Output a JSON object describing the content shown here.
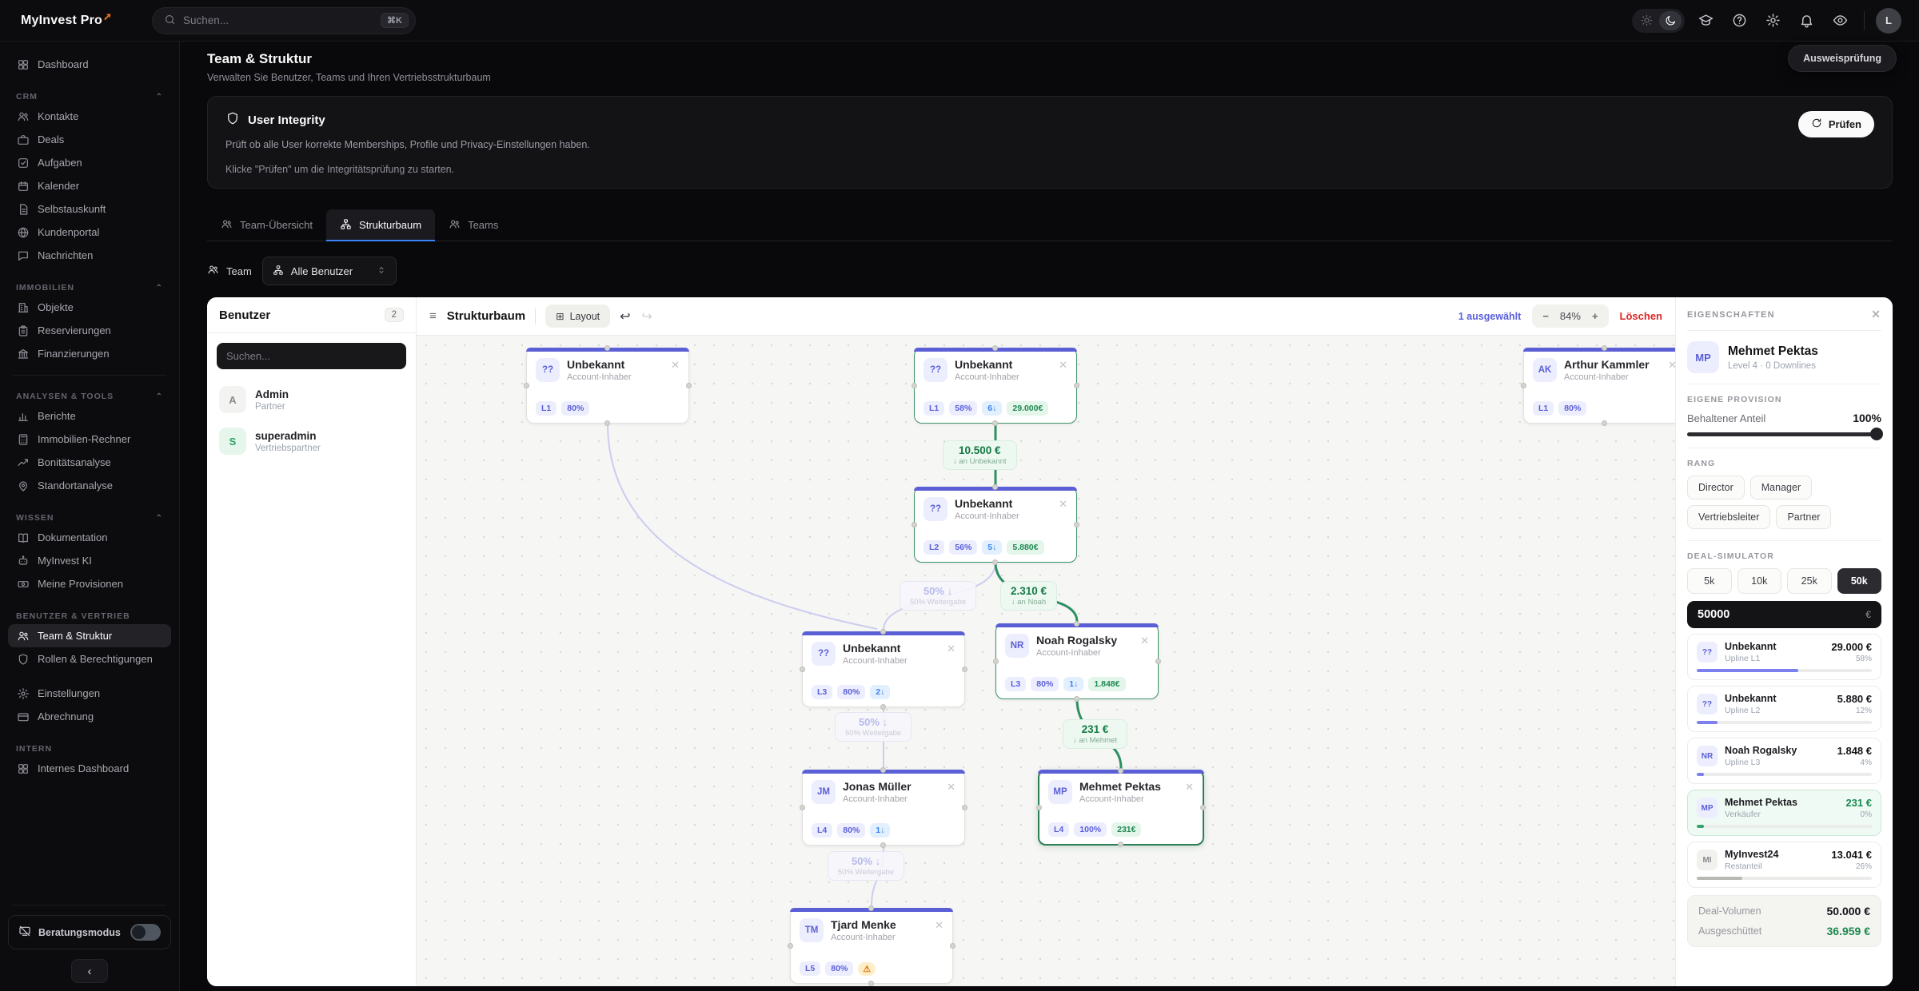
{
  "topbar": {
    "logo": "MyInvest Pro",
    "search_placeholder": "Suchen...",
    "search_shortcut": "⌘K",
    "avatar_initial": "L",
    "tooltip": "Ausweisprüfung"
  },
  "colors": {
    "accent_blue": "#3b82f6",
    "indigo": "#5b5fd6",
    "green": "#1e8a52",
    "red": "#dc2626",
    "amber": "#d97706",
    "orange_logo": "#f97316"
  },
  "sidebar": {
    "dashboard": "Dashboard",
    "sections": [
      {
        "label": "CRM",
        "items": [
          "Kontakte",
          "Deals",
          "Aufgaben",
          "Kalender",
          "Selbstauskunft",
          "Kundenportal",
          "Nachrichten"
        ]
      },
      {
        "label": "IMMOBILIEN",
        "items": [
          "Objekte",
          "Reservierungen",
          "Finanzierungen"
        ]
      },
      {
        "label": "ANALYSEN & TOOLS",
        "items": [
          "Berichte",
          "Immobilien-Rechner",
          "Bonitätsanalyse",
          "Standortanalyse"
        ]
      },
      {
        "label": "WISSEN",
        "items": [
          "Dokumentation",
          "MyInvest KI",
          "Meine Provisionen"
        ]
      },
      {
        "label": "BENUTZER & VERTRIEB",
        "items": [
          "Team & Struktur",
          "Rollen & Berechtigungen"
        ]
      },
      {
        "label": "",
        "items": [
          "Einstellungen",
          "Abrechnung"
        ]
      },
      {
        "label": "INTERN",
        "items": [
          "Internes Dashboard"
        ]
      }
    ],
    "footer_toggle": "Beratungsmodus"
  },
  "header": {
    "title": "Team & Struktur",
    "subtitle": "Verwalten Sie Benutzer, Teams und Ihren Vertriebsstrukturbaum"
  },
  "integrity": {
    "title": "User Integrity",
    "line1": "Prüft ob alle User korrekte Memberships, Profile und Privacy-Einstellungen haben.",
    "line2": "Klicke \"Prüfen\" um die Integritätsprüfung zu starten.",
    "button": "Prüfen"
  },
  "tabs": [
    {
      "label": "Team-Übersicht"
    },
    {
      "label": "Strukturbaum"
    },
    {
      "label": "Teams"
    }
  ],
  "team_filter": {
    "label": "Team",
    "value": "Alle Benutzer"
  },
  "users_panel": {
    "title": "Benutzer",
    "count": "2",
    "search_placeholder": "Suchen...",
    "users": [
      {
        "initial": "A",
        "name": "Admin",
        "role": "Partner"
      },
      {
        "initial": "S",
        "name": "superadmin",
        "role": "Vertriebspartner"
      }
    ]
  },
  "canvas": {
    "toolbar": {
      "title": "Strukturbaum",
      "layout_button": "Layout",
      "selected": "1 ausgewählt",
      "zoom": "84%",
      "delete": "Löschen"
    },
    "nodes": [
      {
        "initials": "??",
        "name": "Unbekannt",
        "role": "Account-Inhaber",
        "level": "L1",
        "pct": "80%"
      },
      {
        "initials": "??",
        "name": "Unbekannt",
        "role": "Account-Inhaber",
        "level": "L1",
        "pct": "58%",
        "down": "6↓",
        "amount": "29.000€"
      },
      {
        "initials": "AK",
        "name": "Arthur Kammler",
        "role": "Account-Inhaber",
        "level": "L1",
        "pct": "80%"
      },
      {
        "initials": "??",
        "name": "Unbekannt",
        "role": "Account-Inhaber",
        "level": "L2",
        "pct": "56%",
        "down": "5↓",
        "amount": "5.880€"
      },
      {
        "initials": "??",
        "name": "Unbekannt",
        "role": "Account-Inhaber",
        "level": "L3",
        "pct": "80%",
        "down": "2↓"
      },
      {
        "initials": "NR",
        "name": "Noah Rogalsky",
        "role": "Account-Inhaber",
        "level": "L3",
        "pct": "80%",
        "down": "1↓",
        "amount": "1.848€"
      },
      {
        "initials": "JM",
        "name": "Jonas Müller",
        "role": "Account-Inhaber",
        "level": "L4",
        "pct": "80%",
        "down": "1↓"
      },
      {
        "initials": "MP",
        "name": "Mehmet Pektas",
        "role": "Account-Inhaber",
        "level": "L4",
        "pct": "100%",
        "amount": "231€"
      },
      {
        "initials": "TM",
        "name": "Tjard Menke",
        "role": "Account-Inhaber",
        "level": "L5",
        "pct": "80%",
        "warn": "⚠"
      }
    ],
    "edge_labels": [
      {
        "title": "10.500 €",
        "sub": "↓ an Unbekannt"
      },
      {
        "title": "2.310 €",
        "sub": "↓ an Noah"
      },
      {
        "title": "231 €",
        "sub": "↓ an Mehmet"
      },
      {
        "title": "50% ↓",
        "sub": "50% Weitergabe"
      },
      {
        "title": "50% ↓",
        "sub": "50% Weitergabe"
      },
      {
        "title": "50% ↓",
        "sub": "50% Weitergabe"
      }
    ]
  },
  "properties": {
    "header": "EIGENSCHAFTEN",
    "initials": "MP",
    "name": "Mehmet Pektas",
    "meta": "Level 4 · 0 Downlines",
    "provision_label": "EIGENE PROVISION",
    "anteil_label": "Behaltener Anteil",
    "anteil_value": "100%",
    "rang_label": "RANG",
    "ranks": [
      "Director",
      "Manager",
      "Vertriebsleiter",
      "Partner"
    ],
    "sim_label": "DEAL-SIMULATOR",
    "presets": [
      "5k",
      "10k",
      "25k",
      "50k"
    ],
    "active_preset": "50k",
    "input_value": "50000",
    "currency": "€",
    "rows": [
      {
        "initials": "??",
        "name": "Unbekannt",
        "sub": "Upline L1",
        "amount": "29.000 €",
        "pct": "58%",
        "bar": "58%"
      },
      {
        "initials": "??",
        "name": "Unbekannt",
        "sub": "Upline L2",
        "amount": "5.880 €",
        "pct": "12%",
        "bar": "12%"
      },
      {
        "initials": "NR",
        "name": "Noah Rogalsky",
        "sub": "Upline L3",
        "amount": "1.848 €",
        "pct": "4%",
        "bar": "4%"
      },
      {
        "initials": "MP",
        "name": "Mehmet Pektas",
        "sub": "Verkäufer",
        "amount": "231 €",
        "pct": "0%",
        "bar": "4%"
      },
      {
        "initials": "MI",
        "name": "MyInvest24",
        "sub": "Restanteil",
        "amount": "13.041 €",
        "pct": "26%",
        "bar": "26%"
      }
    ],
    "summary": {
      "volume_label": "Deal-Volumen",
      "volume": "50.000 €",
      "paid_label": "Ausgeschüttet",
      "paid": "36.959 €"
    }
  }
}
